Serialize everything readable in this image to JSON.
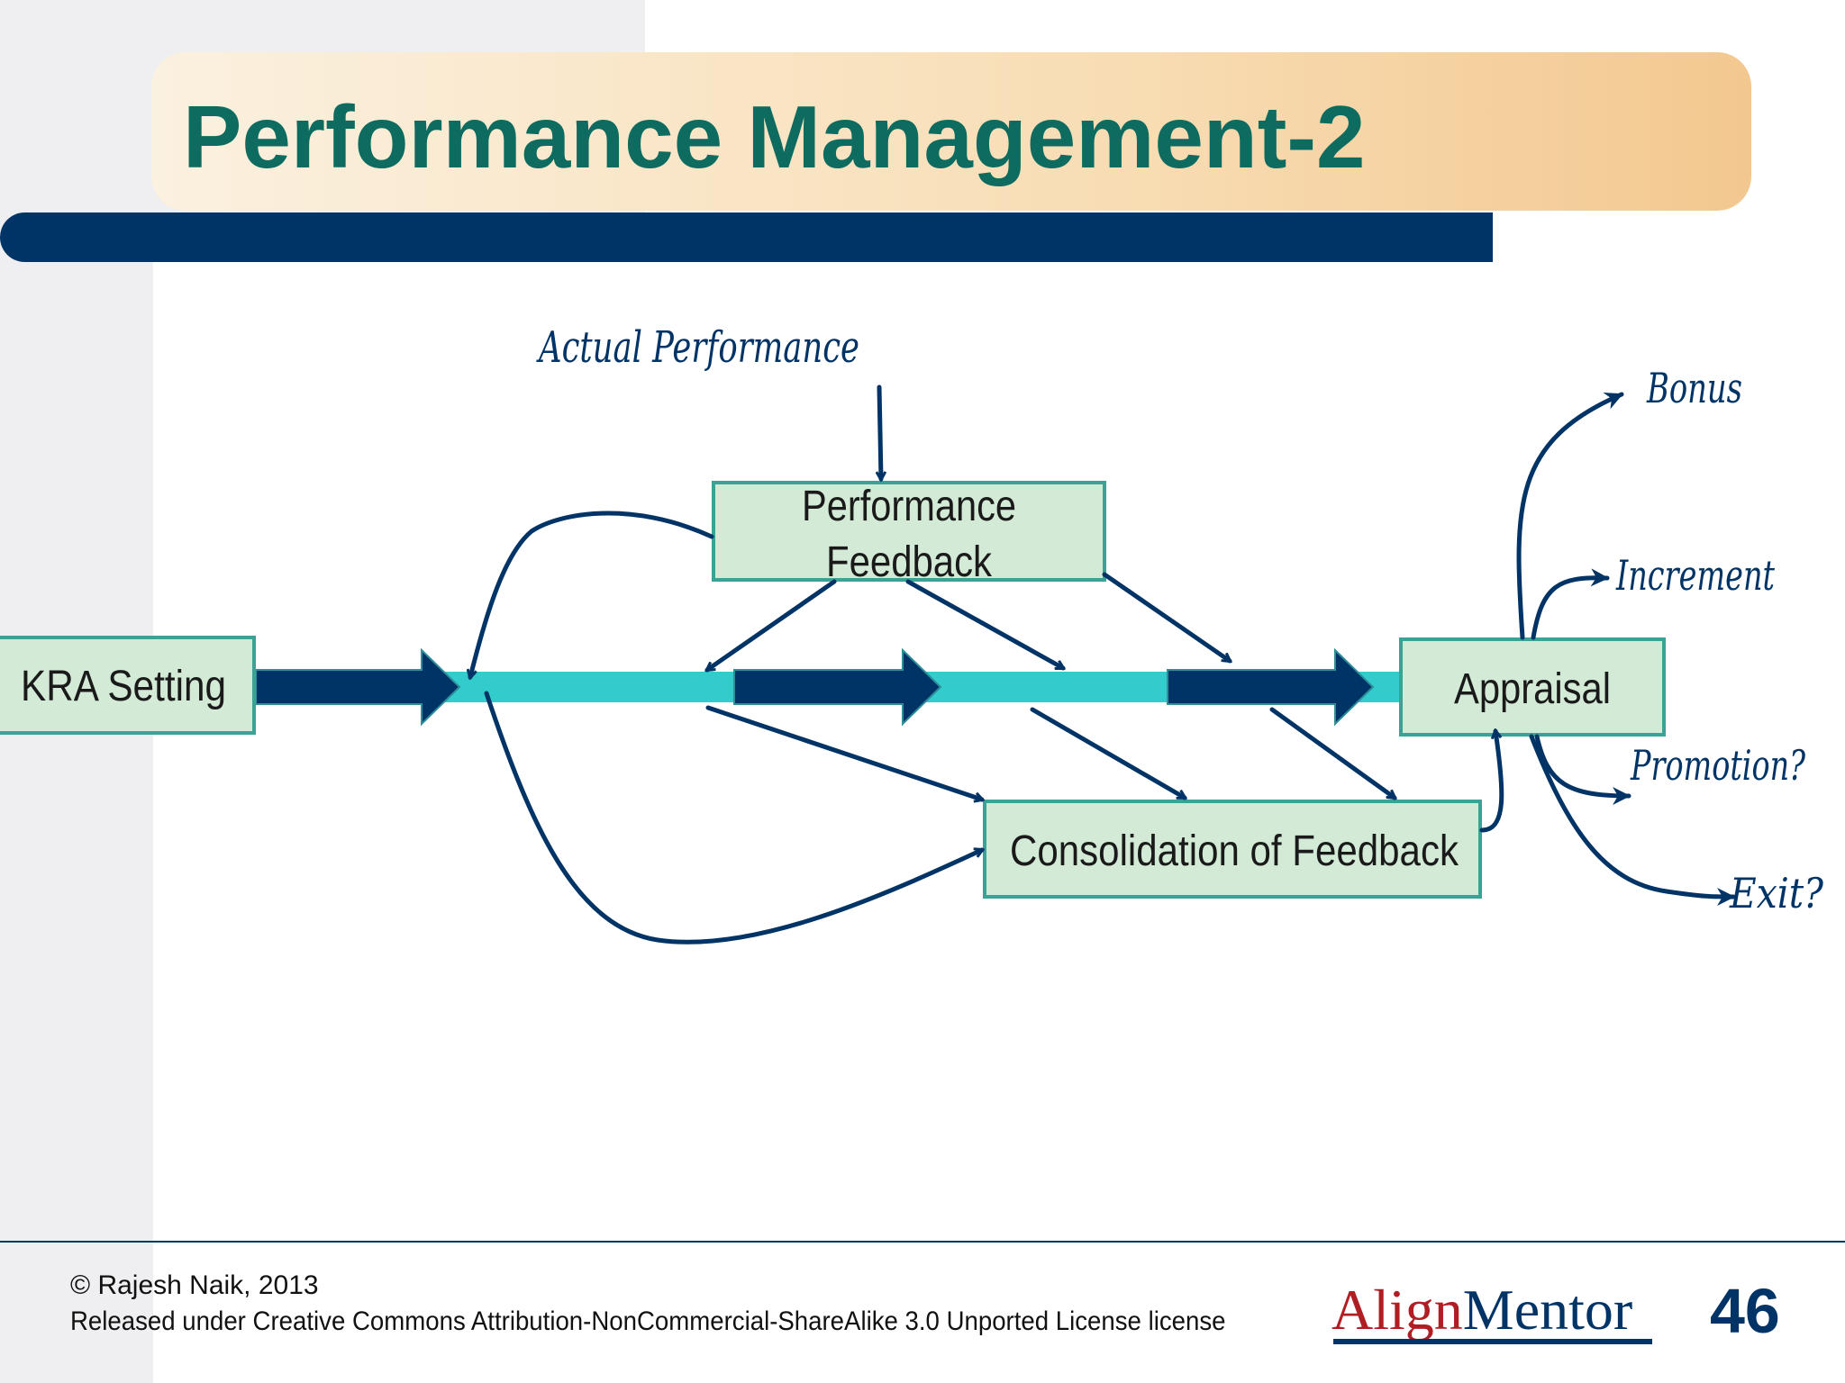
{
  "slide": {
    "title": "Performance Management-2",
    "footer": {
      "copyright": "© Rajesh Naik, 2013",
      "license": "Released under Creative Commons Attribution-NonCommercial-ShareAlike 3.0 Unported License license",
      "logo_part1": "Align",
      "logo_part2": "Mentor",
      "page_number": "46"
    }
  },
  "diagram": {
    "boxes": {
      "kra_setting": "KRA Setting",
      "performance_feedback_line1": "Performance",
      "performance_feedback_line2": "Feedback",
      "appraisal": "Appraisal",
      "consolidation": "Consolidation of Feedback"
    },
    "handwritten": {
      "actual_performance": "Actual Performance",
      "bonus": "Bonus",
      "increment": "Increment",
      "promotion": "Promotion?",
      "exit": "Exit?"
    }
  },
  "colors": {
    "title_text": "#0d6b60",
    "navy": "#003366",
    "teal_band": "#33cccc",
    "box_fill": "#d3ead6",
    "box_border": "#3aa395"
  }
}
